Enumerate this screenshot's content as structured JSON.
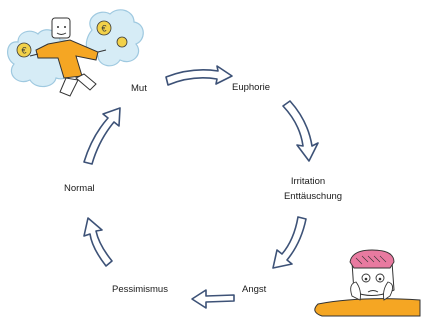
{
  "cycle": {
    "stages": [
      {
        "id": "mut",
        "label": "Mut"
      },
      {
        "id": "euphorie",
        "label": "Euphorie"
      },
      {
        "id": "irritation",
        "label_line1": "Irritation",
        "label_line2": "Enttäuschung"
      },
      {
        "id": "angst",
        "label": "Angst"
      },
      {
        "id": "pessimismus",
        "label": "Pessimismus"
      },
      {
        "id": "normal",
        "label": "Normal"
      }
    ]
  },
  "colors": {
    "arrow_stroke": "#3d5277",
    "arrow_fill": "#ffffff",
    "cloud_fill": "#d6ecf6",
    "cloud_stroke": "#9fc9e0",
    "coin_fill": "#f2d14a",
    "shirt_fill": "#f5a623",
    "hair_fill": "#e87aa0"
  },
  "icons": {
    "top_left": "flying-euro-man-icon",
    "bottom_right": "worried-man-icon"
  }
}
